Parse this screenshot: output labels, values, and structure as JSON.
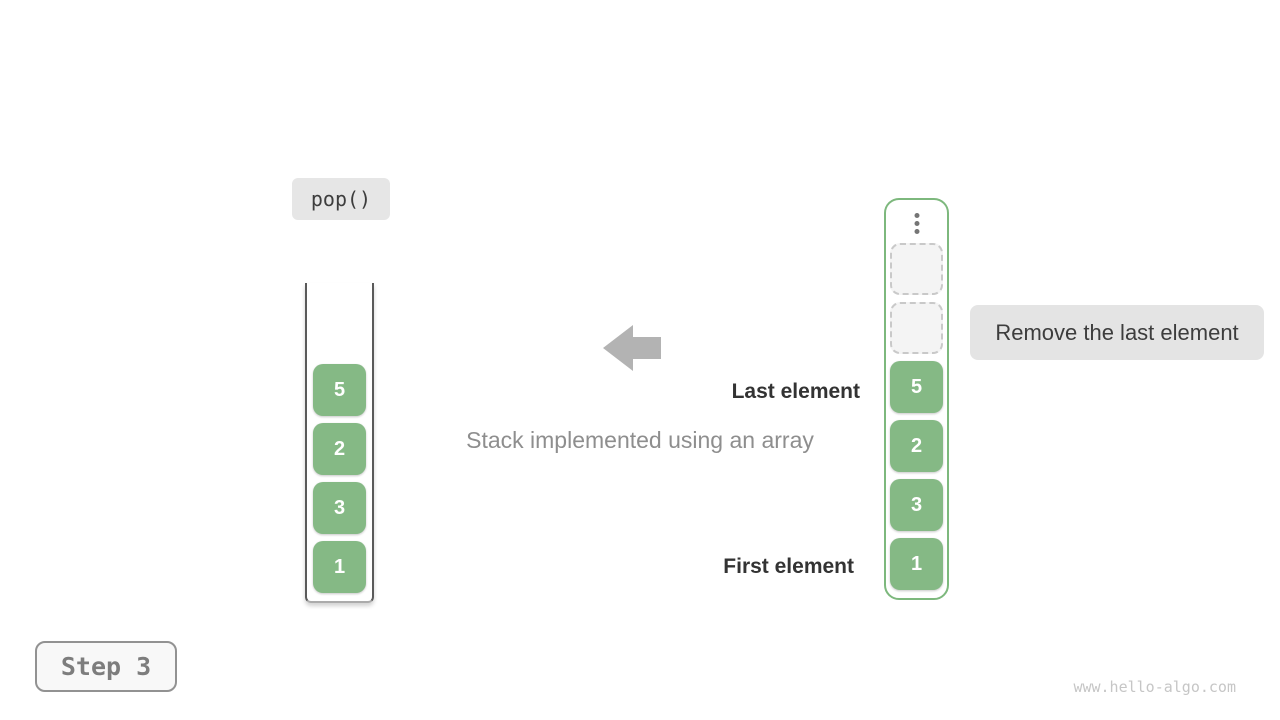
{
  "diagram": {
    "operation": "pop()",
    "step": "Step 3",
    "caption": "Stack implemented using an array",
    "last_element_label": "Last element",
    "first_element_label": "First element",
    "action_label": "Remove the last element",
    "watermark": "www.hello-algo.com"
  },
  "stack": {
    "values": [
      "5",
      "2",
      "3",
      "1"
    ]
  },
  "array": {
    "values": [
      "5",
      "2",
      "3",
      "1"
    ],
    "empty_slot_count": 2,
    "ellipsis_glyph": "⋮"
  },
  "icons": {
    "arrow": "left-block-arrow",
    "ellipsis": "vertical-ellipsis"
  },
  "colors": {
    "cell_green": "#85b985",
    "array_border_green": "#7db87d",
    "container_side_gray": "#5a5a5a",
    "label_bg": "#e6e6e6",
    "arrow_gray": "#b3b3b3",
    "dark_text": "#333333",
    "muted_text": "#8e8e8e",
    "step_text": "#7d7d7d",
    "watermark_text": "#c6c6c6"
  }
}
